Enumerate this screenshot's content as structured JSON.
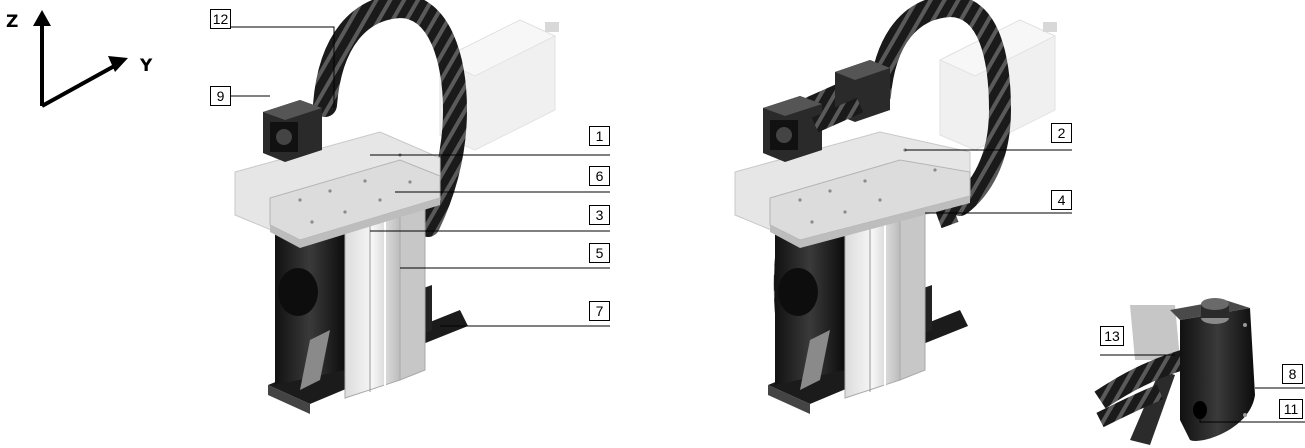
{
  "axes": {
    "z_label": "Z",
    "y_label": "Y"
  },
  "labels": {
    "l12": "12",
    "l9": "9",
    "l1": "1",
    "l6": "6",
    "l3": "3",
    "l5": "5",
    "l7": "7",
    "l2": "2",
    "l4": "4",
    "l13": "13",
    "l8": "8",
    "l11": "11"
  }
}
